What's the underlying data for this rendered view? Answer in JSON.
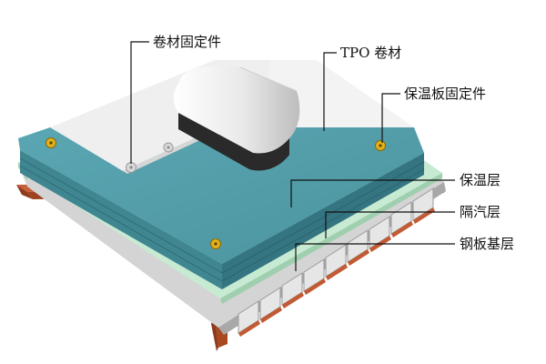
{
  "labels": {
    "membrane_fastener": "卷材固定件",
    "tpo_membrane": "TPO 卷材",
    "insulation_fastener": "保温板固定件",
    "insulation_layer": "保温层",
    "vapor_barrier": "隔汽层",
    "steel_deck": "钢板基层"
  },
  "colors": {
    "teal_board": "#4f9aa7",
    "white_membrane": "#eeeeee",
    "vapor_green": "#bfe3c8",
    "steel_gray": "#cfcfcf",
    "rust_beam": "#b8532a",
    "fastener_yellow": "#e2b11b"
  }
}
